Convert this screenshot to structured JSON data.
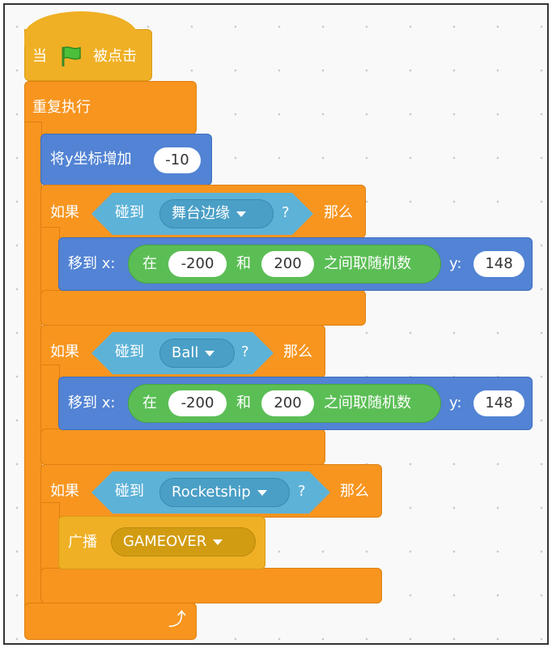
{
  "hat": {
    "when": "当",
    "clicked": "被点击",
    "icon": "green-flag-icon"
  },
  "forever": {
    "label": "重复执行",
    "icon": "loop-arrow-icon"
  },
  "change_y": {
    "label": "将y坐标增加",
    "value": "-10"
  },
  "if_label": "如果",
  "then_label": "那么",
  "touching": "碰到",
  "question": "?",
  "ifs": [
    {
      "target": "舞台边缘"
    },
    {
      "target": "Ball"
    },
    {
      "target": "Rocketship"
    }
  ],
  "goto": {
    "label": "移到 x:",
    "in": "在",
    "and": "和",
    "random": "之间取随机数",
    "y_label": "y:",
    "from": "-200",
    "to": "200",
    "y": "148"
  },
  "broadcast": {
    "label": "广播",
    "message": "GAMEOVER"
  },
  "colors": {
    "events": "#EFB025",
    "control": "#F7951F",
    "motion": "#5283D4",
    "sensing": "#5DB2D7",
    "operators": "#5BBE55"
  }
}
